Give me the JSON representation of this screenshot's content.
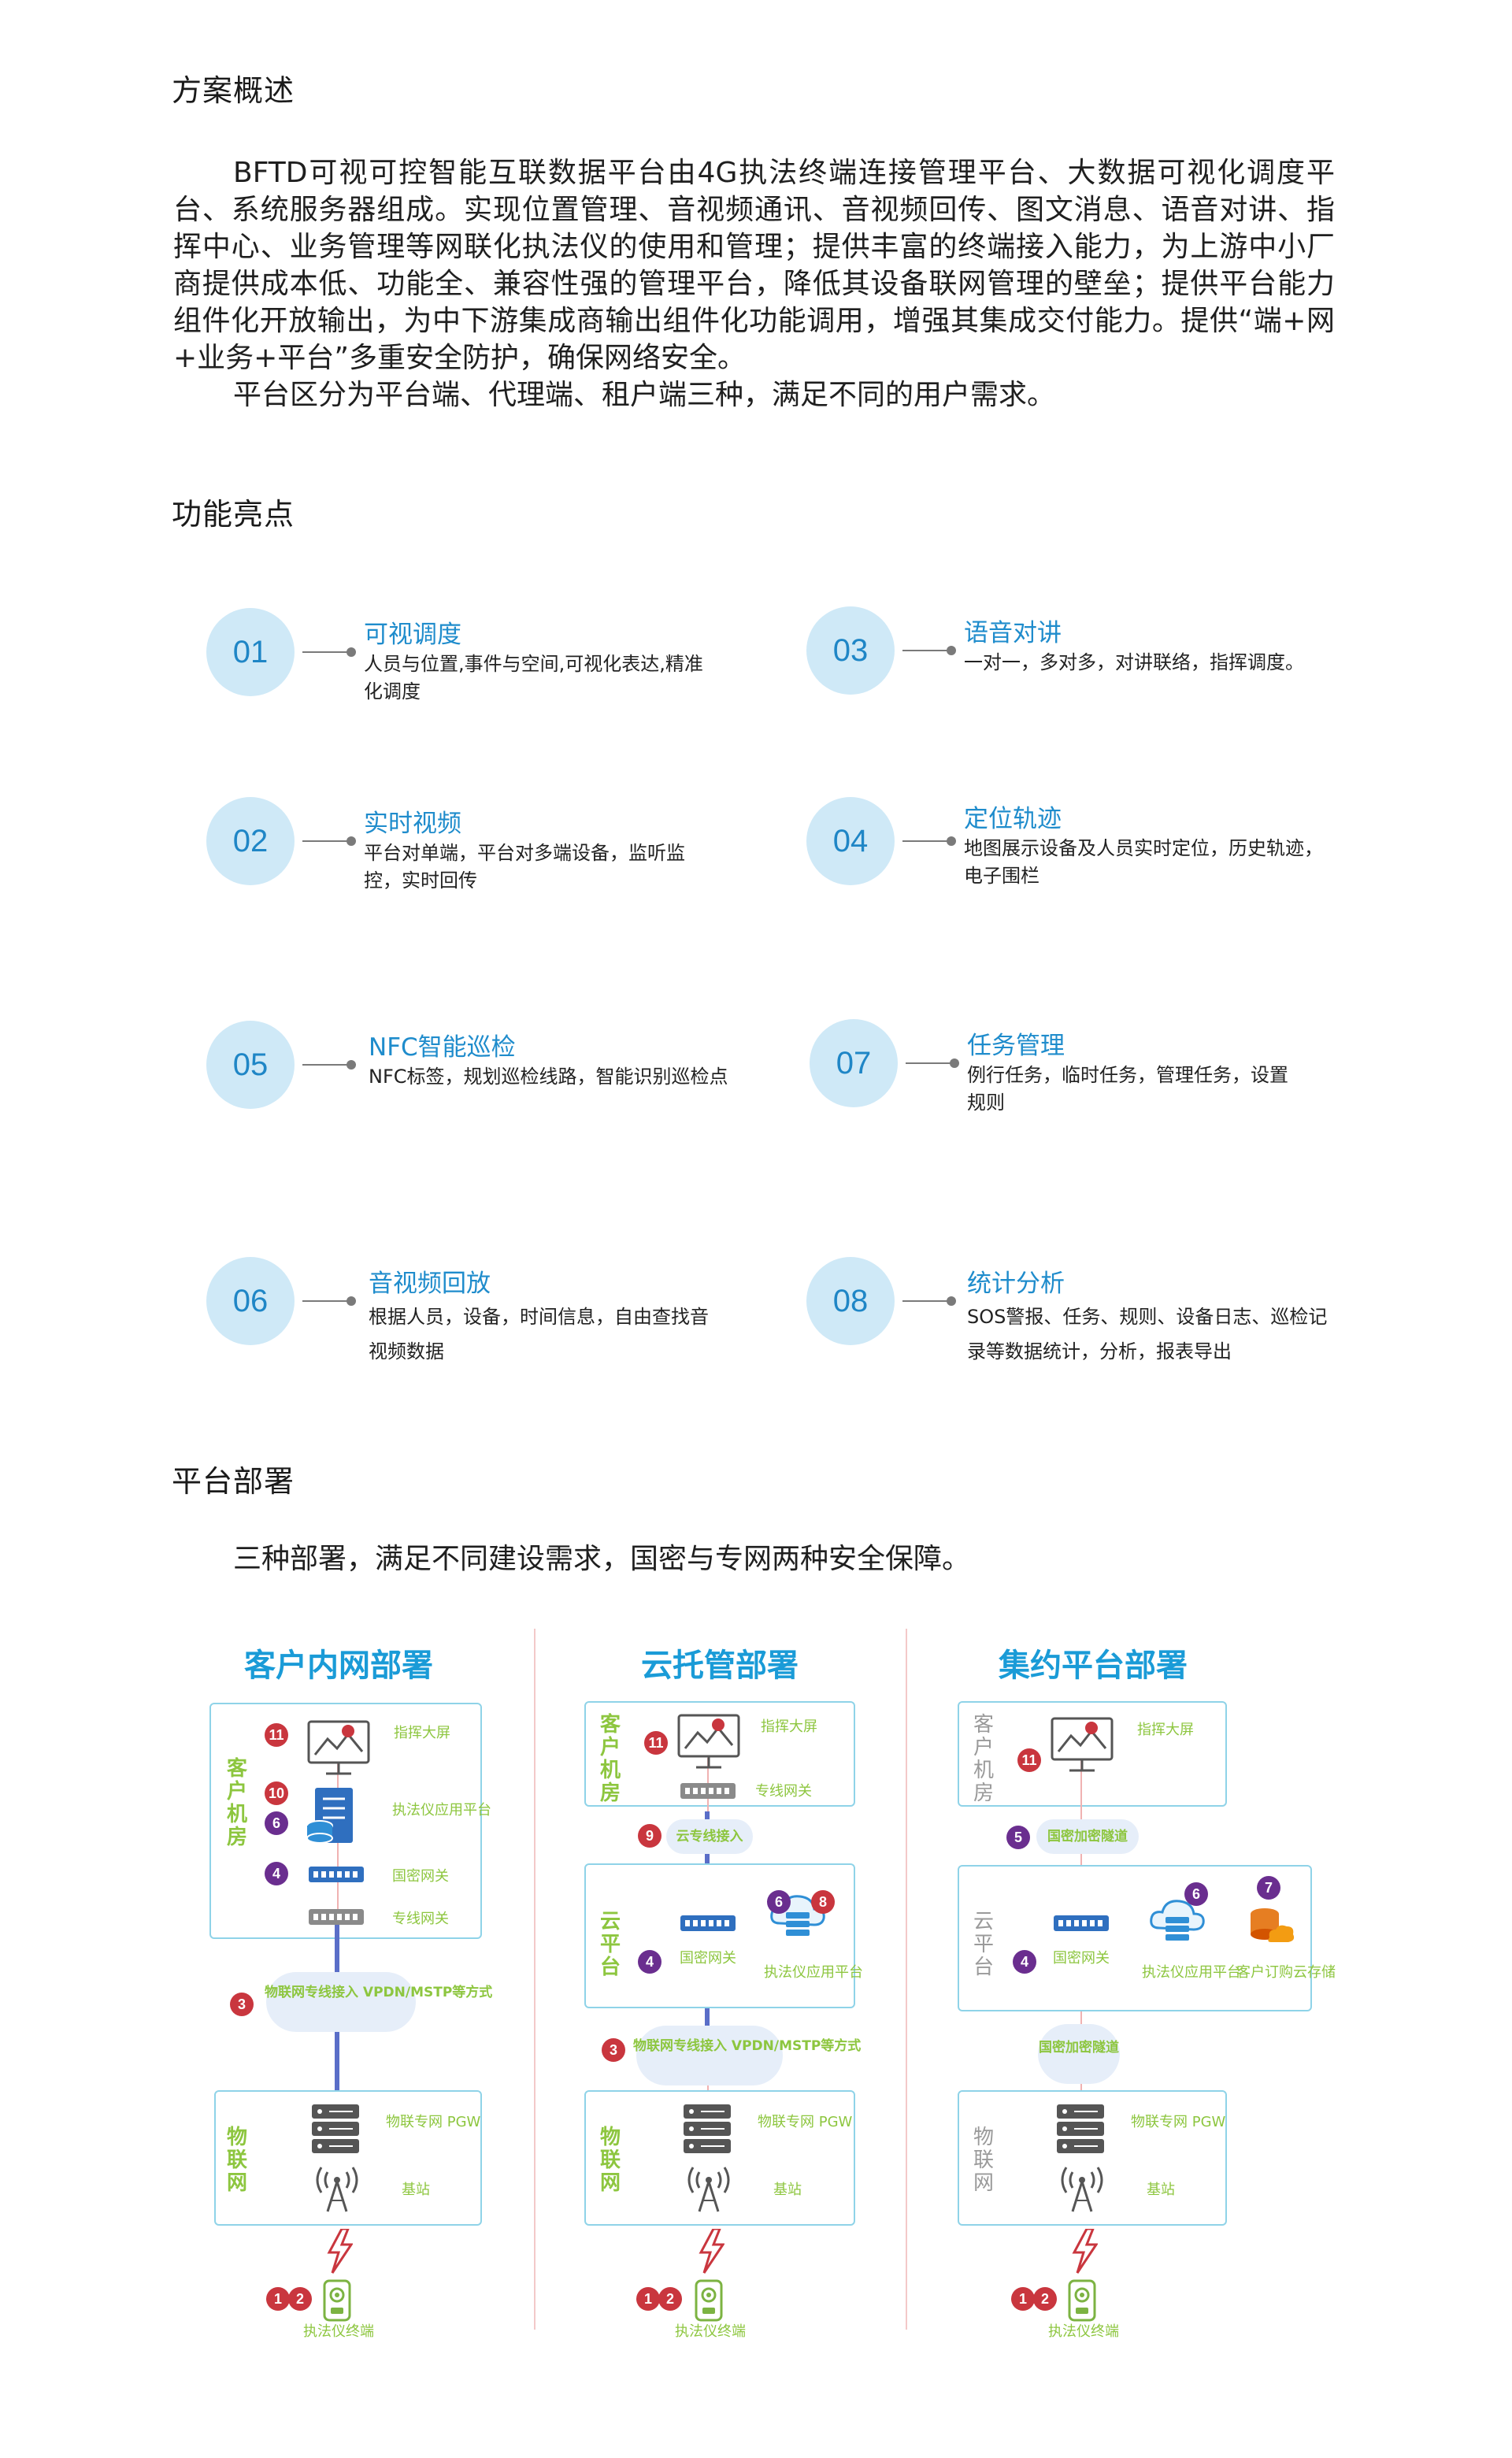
{
  "overview": {
    "title": "方案概述",
    "paragraph1": "BFTD可视可控智能互联数据平台由4G执法终端连接管理平台、大数据可视化调度平台、系统服务器组成。实现位置管理、音视频通讯、音视频回传、图文消息、语音对讲、指挥中心、业务管理等网联化执法仪的使用和管理；提供丰富的终端接入能力，为上游中小厂商提供成本低、功能全、兼容性强的管理平台，降低其设备联网管理的壁垒；提供平台能力组件化开放输出，为中下游集成商输出组件化功能调用，增强其集成交付能力。提供“端+网+业务+平台”多重安全防护，确保网络安全。",
    "paragraph2": "平台区分为平台端、代理端、租户端三种，满足不同的用户需求。"
  },
  "features": {
    "title": "功能亮点",
    "items": [
      {
        "num": "01",
        "title": "可视调度",
        "desc": "人员与位置,事件与空间,可视化表达,精准化调度"
      },
      {
        "num": "03",
        "title": "语音对讲",
        "desc": "一对一，多对多，对讲联络，指挥调度。"
      },
      {
        "num": "02",
        "title": "实时视频",
        "desc": "平台对单端，平台对多端设备，监听监控，实时回传"
      },
      {
        "num": "04",
        "title": "定位轨迹",
        "desc": "地图展示设备及人员实时定位，历史轨迹，电子围栏"
      },
      {
        "num": "05",
        "title": "NFC智能巡检",
        "desc": "NFC标签，规划巡检线路，智能识别巡检点"
      },
      {
        "num": "07",
        "title": "任务管理",
        "desc": "例行任务，临时任务，管理任务，设置规则"
      },
      {
        "num": "06",
        "title": "音视频回放",
        "desc": "根据人员，设备，时间信息，自由查找音视频数据"
      },
      {
        "num": "08",
        "title": "统计分析",
        "desc": "SOS警报、任务、规则、设备日志、巡检记录等数据统计，分析，报表导出"
      }
    ]
  },
  "deploy": {
    "title": "平台部署",
    "subtitle": "三种部署，满足不同建设需求，国密与专网两种安全保障。",
    "colors": {
      "accent": "#1a9bd7",
      "green": "#8dc63f",
      "red": "#c9363e",
      "purple": "#6a2e8f"
    },
    "col1": {
      "title": "客户内网部署",
      "room": "客户机房",
      "screen": "指挥大屏",
      "app": "执法仪应用平台",
      "gm": "国密网关",
      "zx": "专线网关",
      "link": "物联网专线接入 VPDN/MSTP等方式",
      "iot": "物联网",
      "pgw": "物联专网 PGW",
      "bs": "基站",
      "term": "执法仪终端",
      "b11": "11",
      "b10": "10",
      "b6": "6",
      "b4": "4",
      "b3": "3",
      "b1": "1",
      "b2": "2"
    },
    "col2": {
      "title": "云托管部署",
      "room": "客户机房",
      "screen": "指挥大屏",
      "zx": "专线网关",
      "link9": "云专线接入",
      "cloud": "云平台",
      "gm": "国密网关",
      "app": "执法仪应用平台",
      "link": "物联网专线接入 VPDN/MSTP等方式",
      "iot": "物联网",
      "pgw": "物联专网 PGW",
      "bs": "基站",
      "term": "执法仪终端",
      "b11": "11",
      "b9": "9",
      "b6": "6",
      "b8": "8",
      "b4": "4",
      "b3": "3",
      "b1": "1",
      "b2": "2"
    },
    "col3": {
      "title": "集约平台部署",
      "room": "客户机房",
      "screen": "指挥大屏",
      "link5": "国密加密隧道",
      "cloud": "云平台",
      "gm": "国密网关",
      "app": "执法仪应用平台",
      "storage": "客户订购云存储",
      "link": "国密加密隧道",
      "iot": "物联网",
      "pgw": "物联专网 PGW",
      "bs": "基站",
      "term": "执法仪终端",
      "b11": "11",
      "b5": "5",
      "b6": "6",
      "b7": "7",
      "b4": "4",
      "b1": "1",
      "b2": "2"
    }
  }
}
